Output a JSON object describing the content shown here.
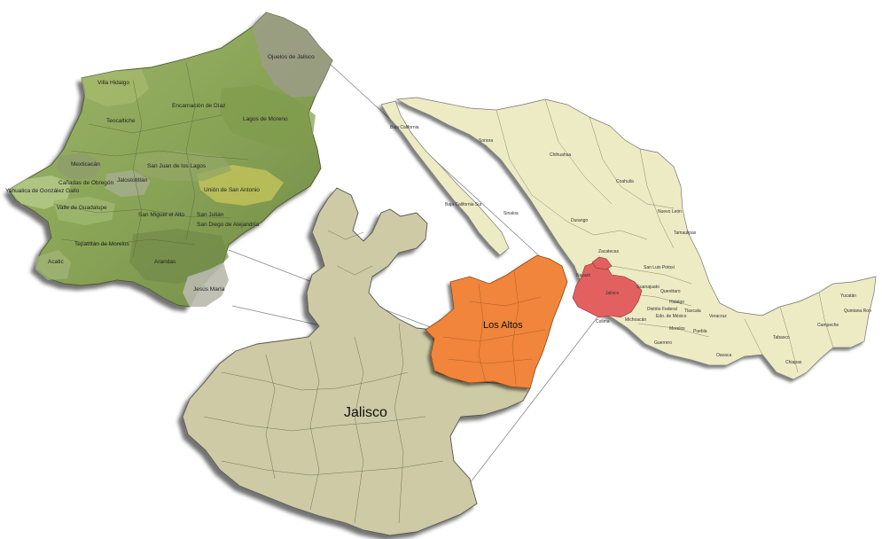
{
  "map": {
    "jalisco_label": "Jalisco",
    "los_altos_label": "Los Altos",
    "municipalities": [
      "Ojuelos de Jalisco",
      "Villa Hidalgo",
      "Encarnación de Díaz",
      "Lagos de Moreno",
      "Teocaltiche",
      "San Juan de los Lagos",
      "Mexticacán",
      "Cañadas de Obregón",
      "Jalostotitlán",
      "Unión de San Antonio",
      "Yahualica de González Gallo",
      "Valle de Guadalupe",
      "San Miguel el Alto",
      "San Julián",
      "San Diego de Alejandría",
      "Tepatitlán de Morelos",
      "Acatic",
      "Arandas",
      "Jesús María"
    ],
    "states": [
      "Baja California",
      "Sonora",
      "Chihuahua",
      "Coahuila",
      "Nuevo León",
      "Baja California Sur",
      "Sinaloa",
      "Durango",
      "Tamaulipas",
      "Zacatecas",
      "Nayarit",
      "San Luis Potosí",
      "Jalisco",
      "Guanajuato",
      "Querétaro",
      "Hidalgo",
      "Distrito Federal",
      "Edo. de México",
      "Tlaxcala",
      "Michoacán",
      "Morelos",
      "Puebla",
      "Veracruz",
      "Colima",
      "Guerrero",
      "Oaxaca",
      "Tabasco",
      "Chiapas",
      "Campeche",
      "Yucatán",
      "Quintana Roo"
    ],
    "colors": {
      "mexico_fill": "#ecebc4",
      "jalisco_fill": "#cdcaa5",
      "los_altos_fill": "#f0853a",
      "highlight_jalisco": "#e36060",
      "detail_green": "#8fa85a"
    }
  }
}
